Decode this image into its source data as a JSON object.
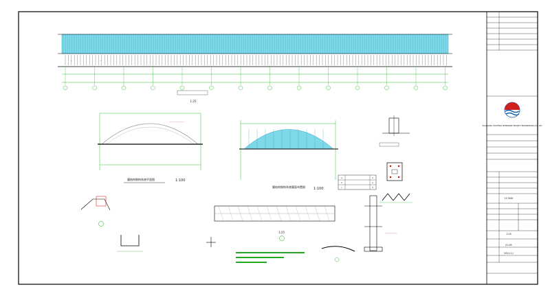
{
  "sheet": {
    "main_elevation": {
      "scale": "1:25"
    },
    "arch_roof_plan": {
      "title": "膜结构钢构系统平面图",
      "scale": "1:100"
    },
    "arch_roof_membrane_plan": {
      "title": "膜结构钢构系统膜面布置图",
      "scale": "1:100"
    },
    "detail_section_scale": "1:25",
    "legend_rows": [
      {
        "code": "a",
        "desc": "",
        "qty": "4"
      },
      {
        "code": "b",
        "desc": "",
        "qty": "4"
      },
      {
        "code": "c",
        "desc": "",
        "qty": "4"
      }
    ]
  },
  "title_block": {
    "top_fields": [
      "",
      "",
      "",
      "",
      "",
      "",
      "",
      ""
    ],
    "company_en": "ZHANJIANG YIDAFENG MEMBRANE PROJECT ENGINEERING CO., LTD",
    "logo_caption": "",
    "project_label": "",
    "sheet_no_a": "217006",
    "scale_value": "1:25",
    "drawing_no": "JG-06",
    "date_value": "2021.11",
    "colors": {
      "logo_blue": "#1060b0",
      "logo_red": "#d02020",
      "membrane": "#7fd8e8"
    }
  }
}
